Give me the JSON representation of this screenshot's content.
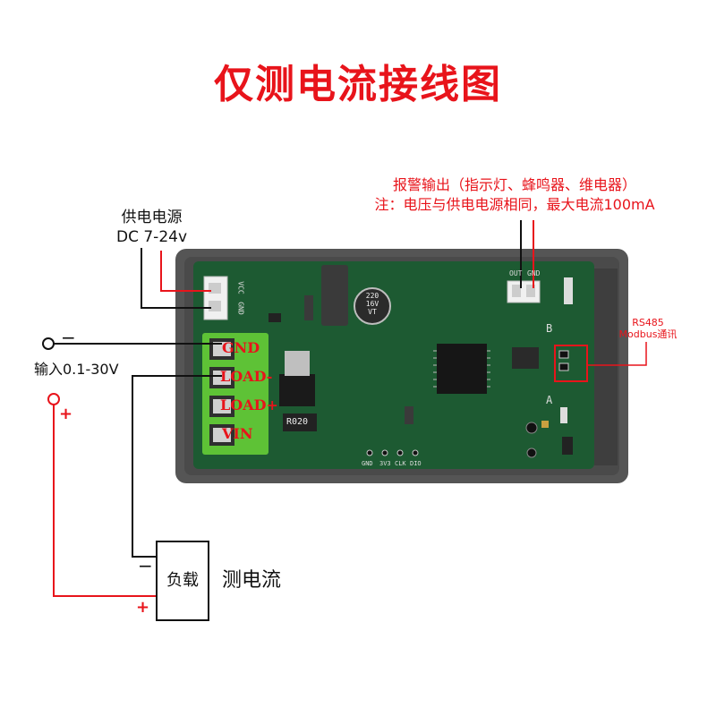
{
  "title": "仅测电流接线图",
  "power": {
    "line1": "供电电源",
    "line2": "DC 7-24v"
  },
  "alarm": {
    "line1": "报警输出（指示灯、蜂鸣器、维电器）",
    "line2": "注：电压与供电电源相同，最大电流100mA"
  },
  "rs485": {
    "line1": "RS485",
    "line2": "Modbus通讯"
  },
  "input": {
    "label": "输入0.1-30V",
    "minus": "−",
    "plus": "+"
  },
  "terminals": [
    "GND",
    "LOAD-",
    "LOAD+",
    "VIN"
  ],
  "load": {
    "label": "负载",
    "minus": "−",
    "plus": "+",
    "caption": "测电流"
  },
  "pcb": {
    "header_pins": [
      "GND",
      "3V3",
      "CLK",
      "DIO"
    ],
    "pwr_connector": [
      "GND",
      "VCC"
    ],
    "alarm_connector": [
      "OUT",
      "GND"
    ],
    "r020": "R020",
    "cap": [
      "220",
      "16V",
      "VT"
    ],
    "ab": [
      "A",
      "B"
    ]
  },
  "colors": {
    "title_red": "#e8141b",
    "pcb_green": "#1d5a32",
    "terminal_green": "#5ec236",
    "case_gray": "#555555"
  }
}
